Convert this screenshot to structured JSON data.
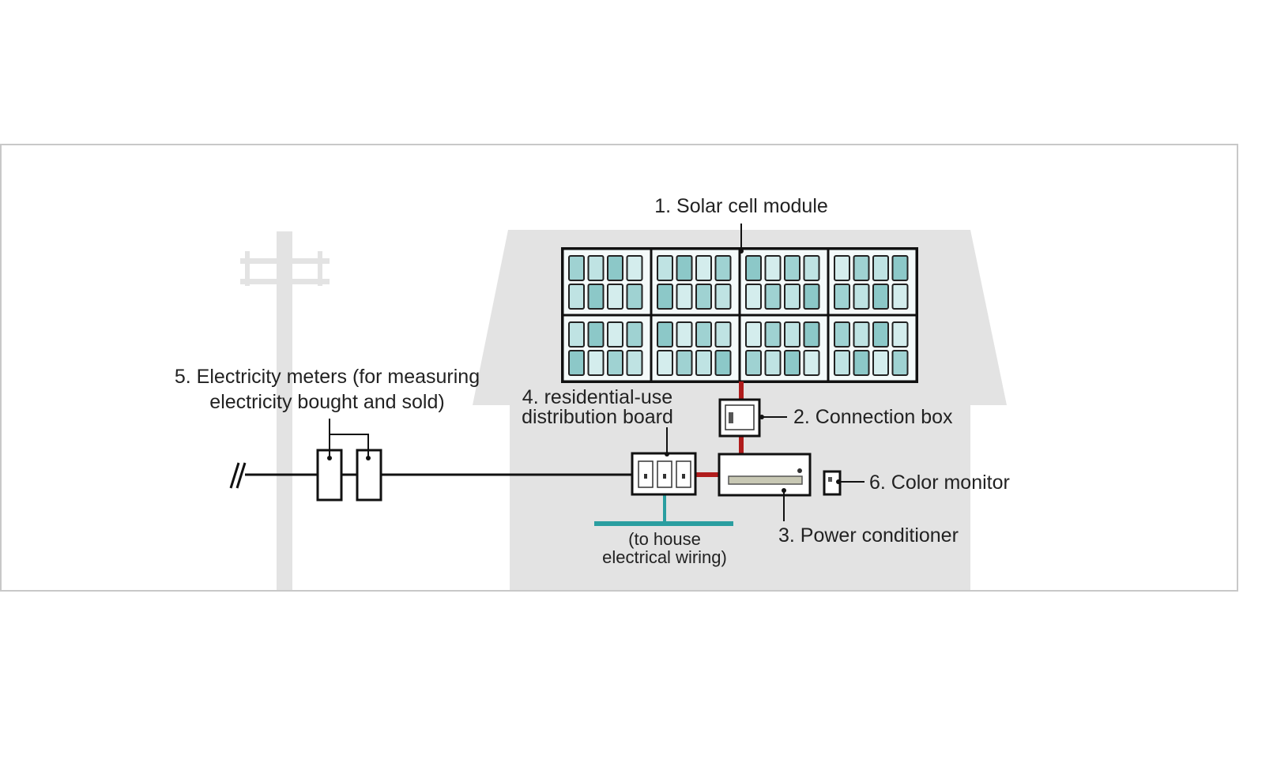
{
  "labels": {
    "solar_module": "1. Solar cell module",
    "connection_box": "2. Connection box",
    "power_conditioner": "3. Power conditioner",
    "distribution_board_line1": "4. residential-use",
    "distribution_board_line2": "distribution board",
    "meters_line1": "5. Electricity meters (for measuring",
    "meters_line2": "electricity bought and sold)",
    "color_monitor": "6. Color monitor",
    "house_wiring_line1": "(to house",
    "house_wiring_line2": "electrical wiring)"
  },
  "colors": {
    "background_shape": "#e3e3e3",
    "dc_wire": "#b01c1c",
    "ac_wire": "#111111",
    "house_wiring": "#2a9ea0",
    "panel_cell": "#9fd2d2"
  }
}
